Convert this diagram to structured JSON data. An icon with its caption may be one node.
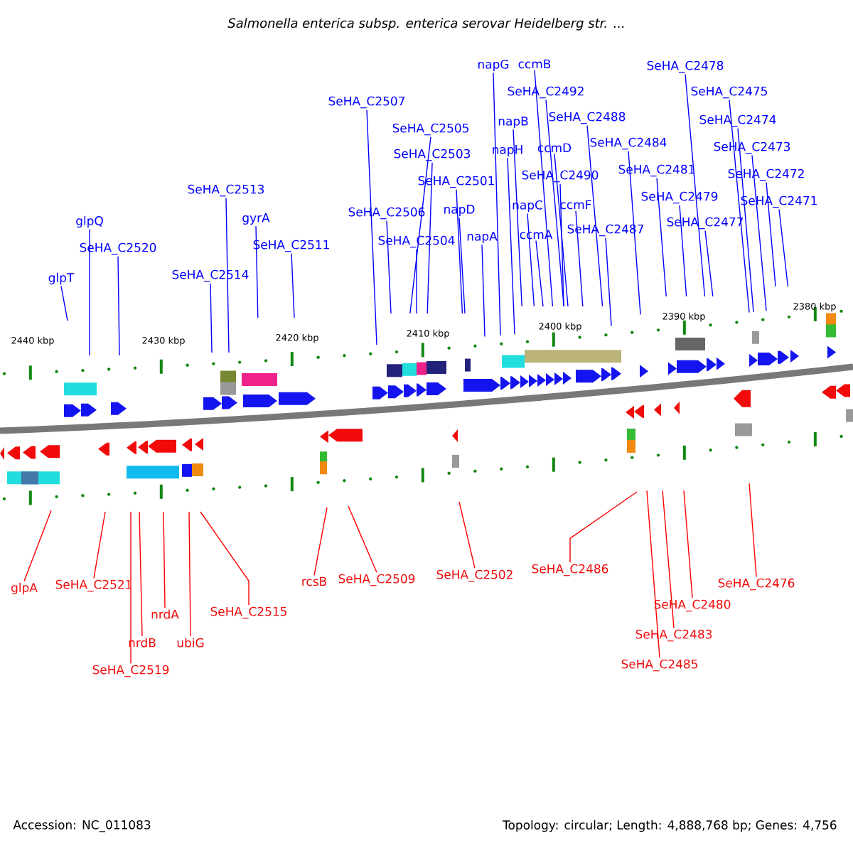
{
  "diagram": {
    "title": "Salmonella enterica subsp. enterica serovar Heidelberg str. ...",
    "nodes": [
      {
        "text": [
          "napG"
        ]
      },
      {
        "text": [
          "ccmB"
        ]
      },
      {
        "text": [
          "SeHA_C2478"
        ]
      },
      {
        "text": [
          "SeHA_C2492"
        ]
      },
      {
        "text": [
          "SeHA_C2475"
        ]
      },
      {
        "text": [
          "SeHA_C2507"
        ]
      },
      {
        "text": [
          "SeHA_C2488"
        ]
      },
      {
        "text": [
          "SeHA_C2474"
        ]
      },
      {
        "text": [
          "napB"
        ]
      },
      {
        "text": [
          "SeHA_C2505"
        ]
      },
      {
        "text": [
          "SeHA_C2484"
        ]
      },
      {
        "text": [
          "ccmD"
        ]
      },
      {
        "text": [
          "napH"
        ]
      },
      {
        "text": [
          "SeHA_C2473"
        ]
      },
      {
        "text": [
          "SeHA_C2503"
        ]
      },
      {
        "text": [
          "SeHA_C2481"
        ]
      },
      {
        "text": [
          "SeHA_C2490"
        ]
      },
      {
        "text": [
          "SeHA_C2472"
        ]
      },
      {
        "text": [
          "SeHA_C2501"
        ]
      },
      {
        "text": [
          "SeHA_C2513"
        ]
      },
      {
        "text": [
          "SeHA_C2479"
        ]
      },
      {
        "text": [
          "SeHA_C2471"
        ]
      },
      {
        "text": [
          "ccmF"
        ]
      },
      {
        "text": [
          "napC"
        ]
      },
      {
        "text": [
          "SeHA_C2506"
        ]
      },
      {
        "text": [
          "napD"
        ]
      },
      {
        "text": [
          "gyrA"
        ]
      },
      {
        "text": [
          "glpQ"
        ]
      },
      {
        "text": [
          "SeHA_C2477"
        ]
      },
      {
        "text": [
          "SeHA_C2487"
        ]
      },
      {
        "text": [
          "ccmA"
        ]
      },
      {
        "text": [
          "napA"
        ]
      },
      {
        "text": [
          "SeHA_C2504"
        ]
      },
      {
        "text": [
          "SeHA_C2511"
        ]
      },
      {
        "text": [
          "SeHA_C2520"
        ]
      },
      {
        "text": [
          "SeHA_C2514"
        ]
      },
      {
        "text": [
          "glpT"
        ]
      },
      {
        "text": [
          "SeHA_C2486"
        ]
      },
      {
        "text": [
          "SeHA_C2502"
        ]
      },
      {
        "text": [
          "SeHA_C2509"
        ]
      },
      {
        "text": [
          "glpA"
        ]
      },
      {
        "text": [
          "rcsB"
        ]
      },
      {
        "text": [
          "SeHA_C2476"
        ]
      },
      {
        "text": [
          "SeHA_C2521"
        ]
      },
      {
        "text": [
          "SeHA_C2480"
        ]
      },
      {
        "text": [
          "nrdA"
        ]
      },
      {
        "text": [
          "SeHA_C2515"
        ]
      },
      {
        "text": [
          "SeHA_C2483"
        ]
      },
      {
        "text": [
          "nrdB"
        ]
      },
      {
        "text": [
          "ubiG"
        ]
      },
      {
        "text": [
          "SeHA_C2485"
        ]
      },
      {
        "text": [
          "SeHA_C2519"
        ]
      }
    ],
    "edges": [
      {
        "from": 0,
        "to": null,
        "arrow": "none"
      },
      {
        "from": 1,
        "to": null,
        "arrow": "none"
      },
      {
        "from": 2,
        "to": null,
        "arrow": "none"
      },
      {
        "from": 3,
        "to": null,
        "arrow": "none"
      },
      {
        "from": 4,
        "to": null,
        "arrow": "none"
      },
      {
        "from": 5,
        "to": null,
        "arrow": "none"
      },
      {
        "from": 6,
        "to": null,
        "arrow": "none"
      },
      {
        "from": 7,
        "to": null,
        "arrow": "none"
      },
      {
        "from": 8,
        "to": null,
        "arrow": "none"
      },
      {
        "from": 9,
        "to": null,
        "arrow": "none"
      },
      {
        "from": 10,
        "to": null,
        "arrow": "none"
      },
      {
        "from": 11,
        "to": null,
        "arrow": "none"
      },
      {
        "from": 12,
        "to": null,
        "arrow": "none"
      },
      {
        "from": 13,
        "to": null,
        "arrow": "none"
      },
      {
        "from": 14,
        "to": null,
        "arrow": "none"
      },
      {
        "from": 15,
        "to": null,
        "arrow": "none"
      },
      {
        "from": 16,
        "to": null,
        "arrow": "none"
      },
      {
        "from": 17,
        "to": null,
        "arrow": "none"
      },
      {
        "from": 18,
        "to": null,
        "arrow": "none"
      },
      {
        "from": 19,
        "to": null,
        "arrow": "none"
      },
      {
        "from": 20,
        "to": null,
        "arrow": "none"
      },
      {
        "from": 21,
        "to": null,
        "arrow": "none"
      },
      {
        "from": 22,
        "to": null,
        "arrow": "none"
      },
      {
        "from": 23,
        "to": null,
        "arrow": "none"
      },
      {
        "from": 24,
        "to": null,
        "arrow": "none"
      },
      {
        "from": 25,
        "to": null,
        "arrow": "none"
      },
      {
        "from": 26,
        "to": null,
        "arrow": "none"
      },
      {
        "from": 27,
        "to": null,
        "arrow": "none"
      },
      {
        "from": 28,
        "to": null,
        "arrow": "none"
      },
      {
        "from": 29,
        "to": null,
        "arrow": "none"
      },
      {
        "from": 30,
        "to": null,
        "arrow": "none"
      },
      {
        "from": 31,
        "to": null,
        "arrow": "none"
      },
      {
        "from": 32,
        "to": null,
        "arrow": "none"
      },
      {
        "from": 33,
        "to": null,
        "arrow": "none"
      },
      {
        "from": 34,
        "to": null,
        "arrow": "none"
      },
      {
        "from": 35,
        "to": null,
        "arrow": "none"
      },
      {
        "from": 36,
        "to": null,
        "arrow": "none"
      },
      {
        "from": 37,
        "to": null,
        "arrow": "none",
        "color": "#ff0000"
      },
      {
        "from": 38,
        "to": null,
        "arrow": "none",
        "color": "#ff0000"
      },
      {
        "from": 39,
        "to": null,
        "arrow": "none",
        "color": "#ff0000"
      },
      {
        "from": 40,
        "to": null,
        "arrow": "none",
        "color": "#ff0000"
      },
      {
        "from": 41,
        "to": null,
        "arrow": "none",
        "color": "#ff0000"
      },
      {
        "from": 42,
        "to": null,
        "arrow": "none",
        "color": "#ff0000"
      },
      {
        "from": 43,
        "to": null,
        "arrow": "none",
        "color": "#ff0000"
      },
      {
        "from": 44,
        "to": null,
        "arrow": "none",
        "color": "#ff0000"
      },
      {
        "from": 45,
        "to": null,
        "arrow": "none",
        "color": "#ff0000"
      },
      {
        "from": 46,
        "to": null,
        "arrow": "none",
        "color": "#ff0000"
      },
      {
        "from": 47,
        "to": null,
        "arrow": "none",
        "color": "#ff0000"
      },
      {
        "from": 48,
        "to": null,
        "arrow": "none",
        "color": "#ff0000"
      },
      {
        "from": 49,
        "to": null,
        "arrow": "none",
        "color": "#ff0000"
      },
      {
        "from": 50,
        "to": null,
        "arrow": "none",
        "color": "#ff0000"
      },
      {
        "from": 51,
        "to": null,
        "arrow": "none",
        "color": "#ff0000"
      }
    ],
    "labels": [
      "2440 kbp",
      "2430 kbp",
      "2420 kbp",
      "2410 kbp",
      "2400 kbp",
      "2390 kbp",
      "2380 kbp",
      "Accession: NC_011083",
      "Topology: circular; Length: 4,888,768 bp; Genes: 4,756"
    ]
  }
}
